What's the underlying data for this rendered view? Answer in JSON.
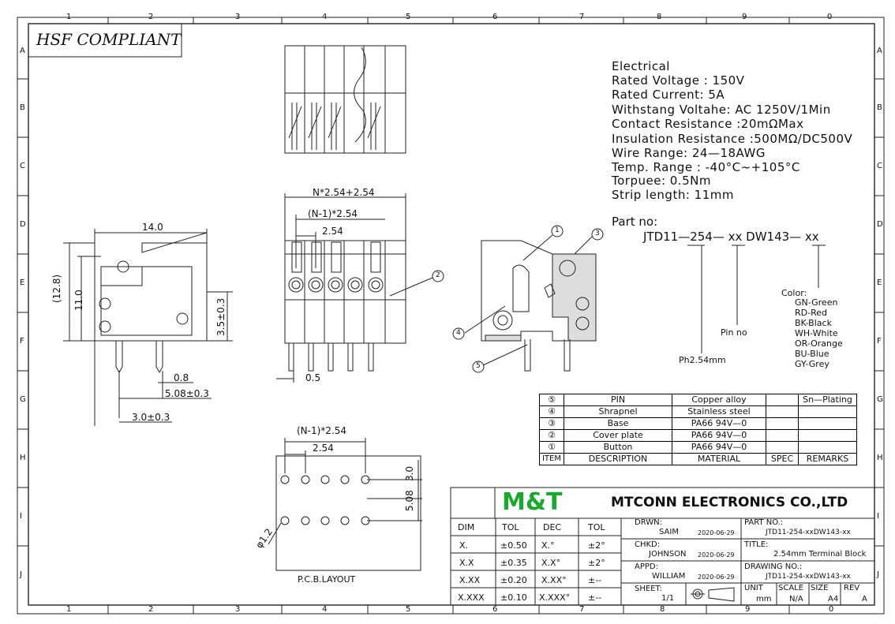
{
  "grid": {
    "cols": [
      "1",
      "2",
      "3",
      "4",
      "5",
      "6",
      "7",
      "8",
      "9",
      "0"
    ],
    "rows": [
      "A",
      "B",
      "C",
      "D",
      "E",
      "F",
      "G",
      "H",
      "I",
      "J"
    ]
  },
  "hsf": "HSF COMPLIANT",
  "electrical": {
    "heading": "Electrical",
    "lines": [
      "Rated Voltage : 150V",
      "Rated Current: 5A",
      "Withstang Voltahe: AC 1250V/1Min",
      "Contact Resistance :20mΩMax",
      "Insulation Resistance :500MΩ/DC500V",
      "Wire Range: 24—18AWG",
      "Temp. Range : -40°C~+105°C",
      "Torpuee: 0.5Nm",
      "Strip length: 11mm"
    ]
  },
  "part": {
    "label": "Part no:",
    "code": "JTD11—254— xx DW143— xx",
    "pin_no": "Pin no",
    "pitch": "Ph2.54mm",
    "color_label": "Color:",
    "colors": [
      "GN-Green",
      "RD-Red",
      "BK-Black",
      "WH-White",
      "OR-Orange",
      "BU-Blue",
      "GY-Grey"
    ]
  },
  "dims": {
    "top_width": "N*2.54+2.54",
    "n1": "(N-1)*2.54",
    "pitch": "2.54",
    "w14": "14.0",
    "h128": "(12.8)",
    "h11": "11.0",
    "h35": "3.5±0.3",
    "d08": "0.8",
    "d508": "5.08±0.3",
    "d30": "3.0±0.3",
    "d05": "0.5",
    "pcb_n1": "(N-1)*2.54",
    "pcb_pitch": "2.54",
    "pcb_30": "3.0",
    "pcb_508": "5.08",
    "pcb_hole": "φ1.2",
    "pcb_label": "P.C.B.LAYOUT"
  },
  "callouts": [
    "1",
    "2",
    "3",
    "4",
    "5"
  ],
  "bom": {
    "rows": [
      {
        "item": "⑤",
        "desc": "PIN",
        "mat": "Copper alloy",
        "spec": "",
        "rem": "Sn—Plating"
      },
      {
        "item": "④",
        "desc": "Shrapnel",
        "mat": "Stainless steel",
        "spec": "",
        "rem": ""
      },
      {
        "item": "③",
        "desc": "Base",
        "mat": "PA66 94V—0",
        "spec": "",
        "rem": ""
      },
      {
        "item": "②",
        "desc": "Cover plate",
        "mat": "PA66 94V—0",
        "spec": "",
        "rem": ""
      },
      {
        "item": "①",
        "desc": "Button",
        "mat": "PA66 94V—0",
        "spec": "",
        "rem": ""
      }
    ],
    "header": {
      "item": "ITEM",
      "desc": "DESCRIPTION",
      "mat": "MATERIAL",
      "spec": "SPEC",
      "rem": "REMARKS"
    }
  },
  "title_block": {
    "logo": "M&T",
    "company": "MTCONN ELECTRONICS CO.,LTD",
    "tol_header": [
      "DIM",
      "TOL",
      "DEC",
      "TOL"
    ],
    "tol_rows": [
      [
        "X.",
        "±0.50",
        "X.°",
        "±2°"
      ],
      [
        "X.X",
        "±0.35",
        "X.X°",
        "±2°"
      ],
      [
        "X.XX",
        "±0.20",
        "X.XX°",
        "±--"
      ],
      [
        "X.XXX",
        "±0.10",
        "X.XXX°",
        "±--"
      ]
    ],
    "drwn_label": "DRWN:",
    "drwn": "SAIM",
    "drwn_date": "2020-06-29",
    "chkd_label": "CHKD:",
    "chkd": "JOHNSON",
    "chkd_date": "2020-06-29",
    "appd_label": "APPD:",
    "appd": "WILLIAM",
    "appd_date": "2020-06-29",
    "sheet_label": "SHEET:",
    "sheet": "1/1",
    "partno_label": "PART NO.:",
    "partno": "JTD11-254-xxDW143-xx",
    "title_label": "TITLE:",
    "title": "2.54mm Terminal Block",
    "drawno_label": "DRAWING NO.:",
    "drawno": "JTD11-254-xxDW143-xx",
    "unit_label": "UNIT",
    "unit": "mm",
    "scale_label": "SCALE",
    "scale": "N/A",
    "size_label": "SIZE",
    "size": "A4",
    "rev_label": "REV",
    "rev": "A"
  },
  "colors": {
    "logo_bg": "#ffffff",
    "logo_fg": "#1aa82e"
  }
}
